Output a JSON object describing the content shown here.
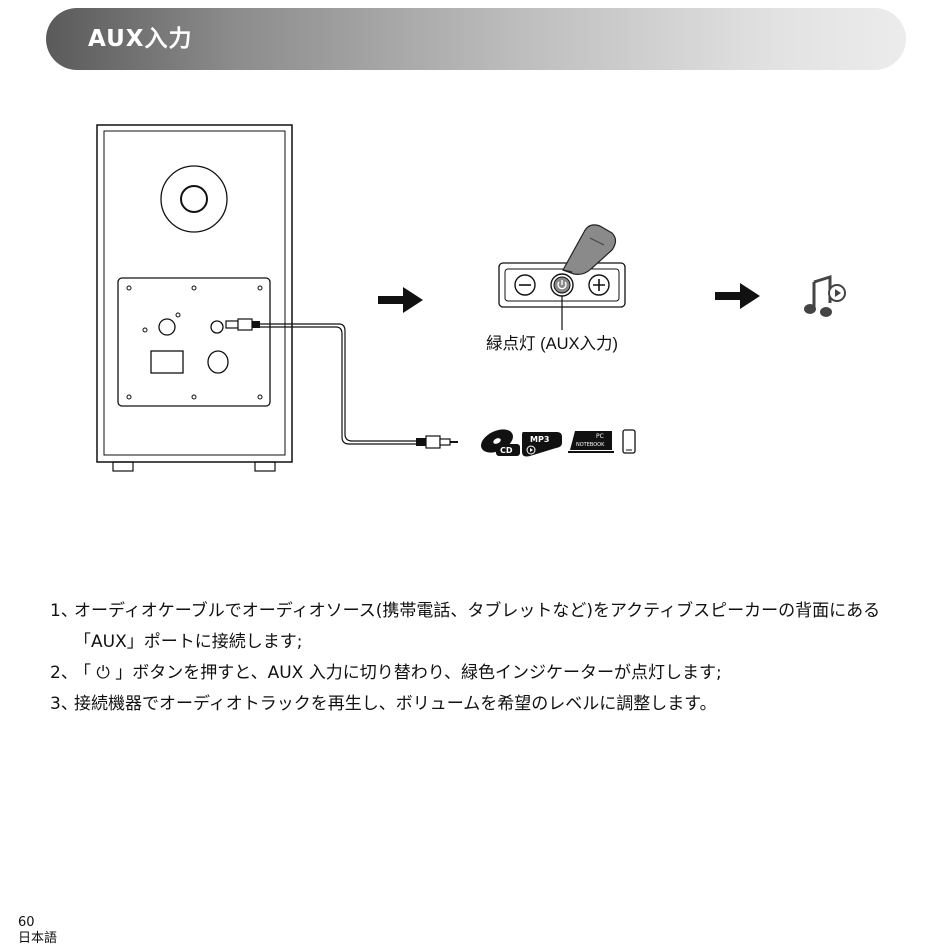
{
  "header": {
    "title": "AUX入力"
  },
  "diagram": {
    "panel_label": "緑点灯 (AUX入力)",
    "sources": {
      "cd": "CD",
      "mp3": "MP3",
      "pc_top": "PC",
      "pc_bottom": "NOTEBOOK"
    }
  },
  "steps": [
    {
      "num": "1、",
      "text": "オーディオケーブルでオーディオソース(携帯電話、タブレットなど)をアクティブスピーカーの背面にある「AUX」ポートに接続します;"
    },
    {
      "num": "2、",
      "pre": "「 ",
      "icon": "⏻",
      "post": " 」ボタンを押すと、AUX 入力に切り替わり、緑色インジケーターが点灯します;"
    },
    {
      "num": "3、",
      "text": "接続機器でオーディオトラックを再生し、ボリュームを希望のレベルに調整します。"
    }
  ],
  "footer": {
    "page_number": "60",
    "language": "日本語"
  }
}
